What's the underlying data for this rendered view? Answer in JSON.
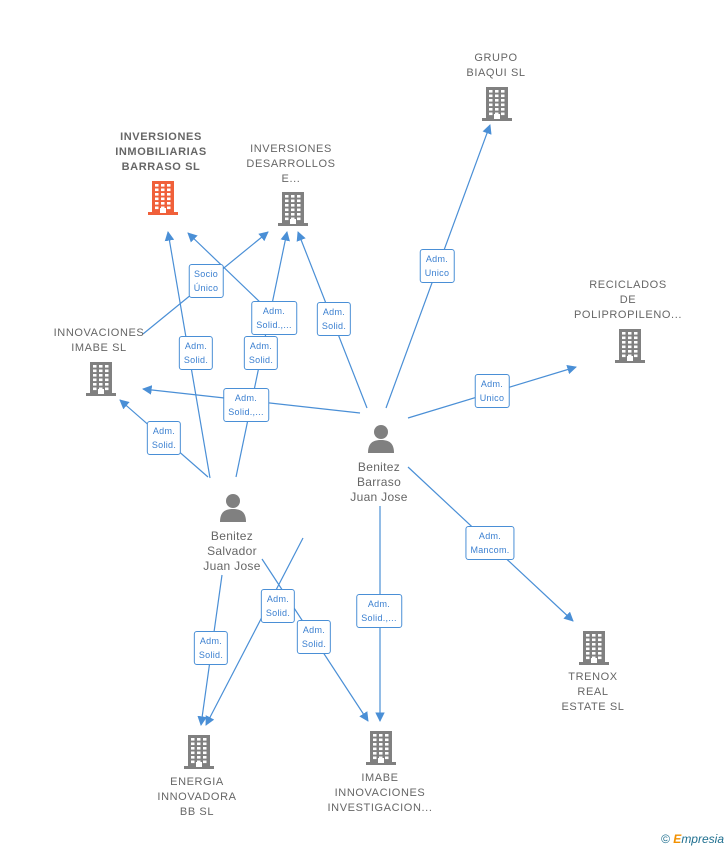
{
  "companies": [
    {
      "id": "inversiones-inmobiliarias-barraso",
      "lines": [
        "INVERSIONES",
        "INMOBILIARIAS",
        "BARRASO  SL"
      ],
      "highlight": true
    },
    {
      "id": "inversiones-desarrollos",
      "lines": [
        "INVERSIONES",
        "DESARROLLOS",
        "E..."
      ],
      "highlight": false
    },
    {
      "id": "grupo-biaqui",
      "lines": [
        "GRUPO",
        "BIAQUI SL"
      ],
      "highlight": false
    },
    {
      "id": "reciclados-polipropileno",
      "lines": [
        "RECICLADOS",
        "DE",
        "POLIPROPILENO..."
      ],
      "highlight": false
    },
    {
      "id": "innovaciones-imabe",
      "lines": [
        "INNOVACIONES",
        "IMABE  SL"
      ],
      "highlight": false
    },
    {
      "id": "trenox-real-estate",
      "lines": [
        "TRENOX",
        "REAL",
        "ESTATE  SL"
      ],
      "highlight": false
    },
    {
      "id": "energia-innovadora",
      "lines": [
        "ENERGIA",
        "INNOVADORA",
        "BB  SL"
      ],
      "highlight": false
    },
    {
      "id": "imabe-innovaciones",
      "lines": [
        "IMABE",
        "INNOVACIONES",
        "INVESTIGACION..."
      ],
      "highlight": false
    }
  ],
  "persons": [
    {
      "id": "benitez-barraso",
      "lines": [
        "Benitez",
        "Barraso",
        "Juan Jose"
      ]
    },
    {
      "id": "benitez-salvador",
      "lines": [
        "Benitez",
        "Salvador",
        "Juan Jose"
      ]
    }
  ],
  "edge_labels": [
    {
      "id": "e1",
      "lines": [
        "Socio",
        "Único"
      ]
    },
    {
      "id": "e2",
      "lines": [
        "Adm.",
        "Solid.,..."
      ]
    },
    {
      "id": "e3",
      "lines": [
        "Adm.",
        "Solid."
      ]
    },
    {
      "id": "e4",
      "lines": [
        "Adm.",
        "Solid."
      ]
    },
    {
      "id": "e5",
      "lines": [
        "Adm.",
        "Solid."
      ]
    },
    {
      "id": "e6",
      "lines": [
        "Adm.",
        "Solid.,..."
      ]
    },
    {
      "id": "e7",
      "lines": [
        "Adm.",
        "Solid."
      ]
    },
    {
      "id": "e8",
      "lines": [
        "Adm.",
        "Unico"
      ]
    },
    {
      "id": "e9",
      "lines": [
        "Adm.",
        "Unico"
      ]
    },
    {
      "id": "e10",
      "lines": [
        "Adm.",
        "Mancom."
      ]
    },
    {
      "id": "e11",
      "lines": [
        "Adm.",
        "Solid."
      ]
    },
    {
      "id": "e12",
      "lines": [
        "Adm.",
        "Solid."
      ]
    },
    {
      "id": "e13",
      "lines": [
        "Adm.",
        "Solid.,..."
      ]
    },
    {
      "id": "e14",
      "lines": [
        "Adm.",
        "Solid."
      ]
    }
  ],
  "colors": {
    "edge": "#4a8fd6",
    "building": "#808080",
    "building_highlight": "#f0603a",
    "person": "#808080"
  },
  "footer": {
    "copyright": "©",
    "brand_first": "E",
    "brand_rest": "mpresia"
  }
}
